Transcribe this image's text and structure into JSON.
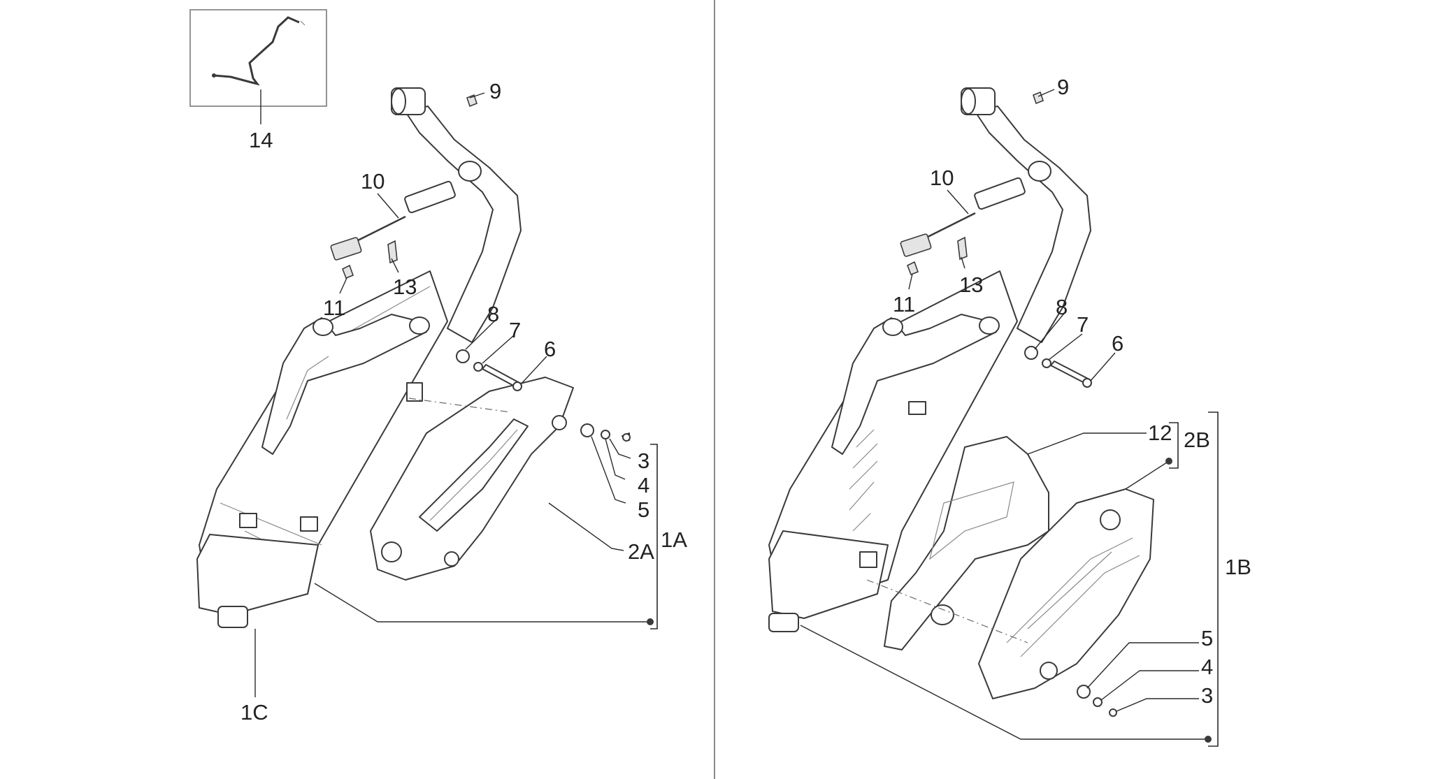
{
  "diagram": {
    "type": "exploded-parts-diagram",
    "left_callouts": {
      "c14": "14",
      "c9": "9",
      "c10": "10",
      "c11": "11",
      "c13": "13",
      "c8": "8",
      "c7": "7",
      "c6": "6",
      "c3": "3",
      "c4": "4",
      "c5": "5",
      "c1A": "1A",
      "c2A": "2A",
      "c1C": "1C"
    },
    "right_callouts": {
      "c9": "9",
      "c10": "10",
      "c11": "11",
      "c13": "13",
      "c8": "8",
      "c7": "7",
      "c6": "6",
      "c12": "12",
      "c2B": "2B",
      "c1B": "1B",
      "c5": "5",
      "c4": "4",
      "c3": "3"
    },
    "colors": {
      "line": "#3a3a3a",
      "divider": "#8a8a8a",
      "text": "#222222",
      "background": "#ffffff"
    }
  }
}
